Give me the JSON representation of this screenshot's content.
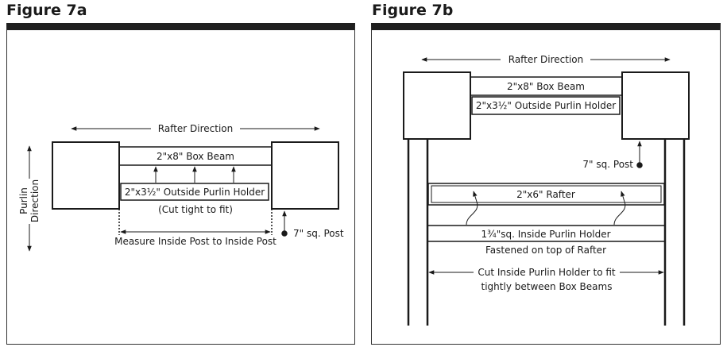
{
  "figure_a": {
    "title": "Figure 7a",
    "rafter_direction": "Rafter Direction",
    "purlin_direction_1": "Purlin",
    "purlin_direction_2": "Direction",
    "box_beam": "2\"x8\" Box Beam",
    "purlin_holder": "2\"x3½\" Outside Purlin Holder",
    "cut_note": "(Cut tight to fit)",
    "measure_note": "Measure Inside Post to Inside Post",
    "post": "7\" sq. Post"
  },
  "figure_b": {
    "title": "Figure 7b",
    "rafter_direction": "Rafter Direction",
    "box_beam": "2\"x8\" Box Beam",
    "purlin_holder": "2\"x3½\" Outside Purlin Holder",
    "post": "7\" sq. Post",
    "rafter": "2\"x6\" Rafter",
    "inside_holder": "1¾\"sq. Inside Purlin Holder",
    "fastened_note": "Fastened on top of Rafter",
    "cut_note_1": "Cut Inside Purlin Holder to fit",
    "cut_note_2": "tightly between Box Beams"
  }
}
